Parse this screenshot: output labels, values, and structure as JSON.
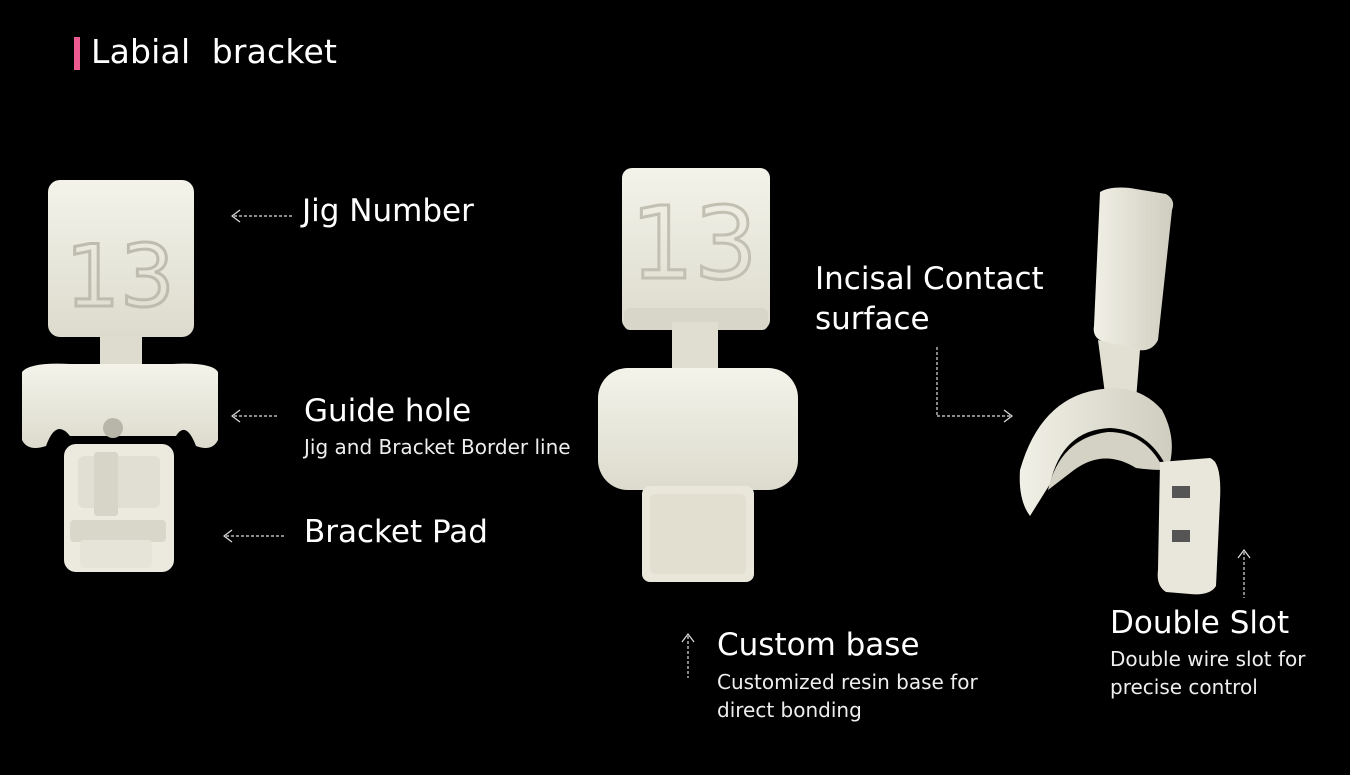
{
  "title": "Labial  bracket",
  "accent_color": "#ec5a8f",
  "model_color": "#efeee3",
  "jig_number_text": "13",
  "labels": {
    "jig_number": "Jig Number",
    "guide_hole": "Guide hole",
    "guide_hole_sub": "Jig and Bracket Border line",
    "bracket_pad": "Bracket Pad",
    "incisal_line1": "Incisal Contact",
    "incisal_line2": "surface",
    "custom_base": "Custom base",
    "custom_base_sub1": "Customized resin base for",
    "custom_base_sub2": "direct bonding",
    "double_slot": "Double Slot",
    "double_slot_sub1": "Double wire slot for",
    "double_slot_sub2": "precise control"
  }
}
